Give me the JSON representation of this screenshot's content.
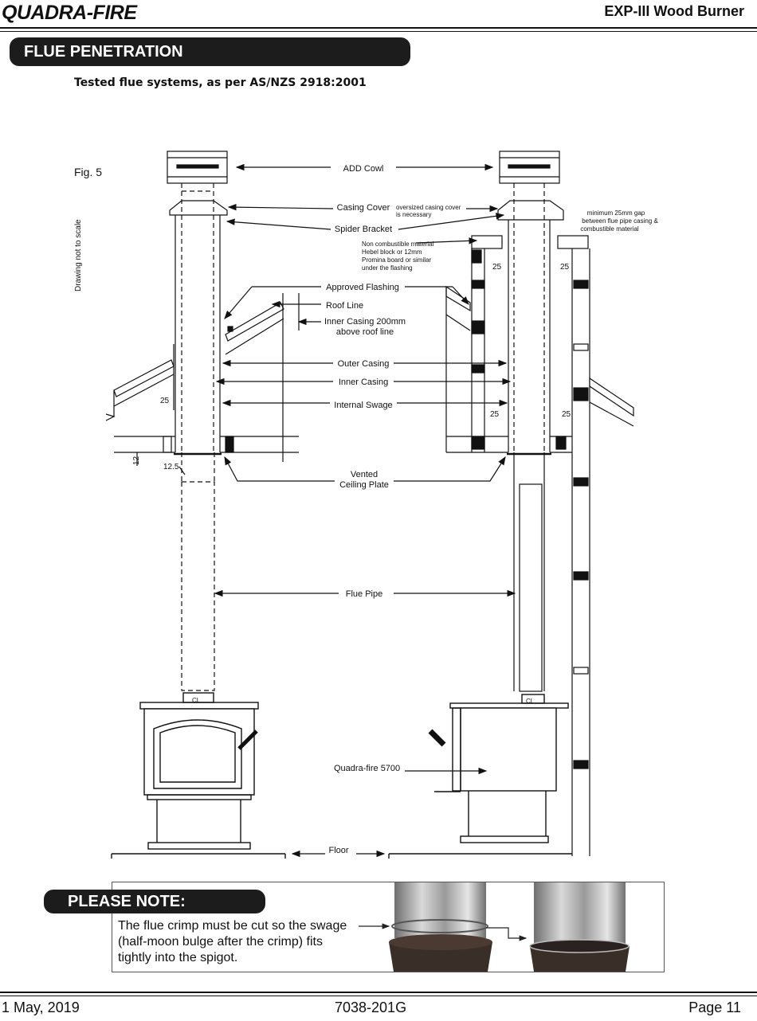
{
  "header": {
    "logo": "QUADRA-FIRE",
    "title": "EXP-III Wood Burner"
  },
  "section_title": "FLUE PENETRATION",
  "subtitle": "Tested flue systems, as per AS/NZS 2918:2001",
  "figure": {
    "fig_label": "Fig. 5",
    "scale_note": "Drawing not to scale",
    "labels": {
      "add_cowl": "ADD Cowl",
      "casing_cover": "Casing Cover",
      "oversized_1": "oversized casing cover",
      "oversized_2": "is necessary",
      "spider_bracket": "Spider Bracket",
      "min_gap_1": "minimum 25mm gap",
      "min_gap_2": "between flue pipe casing &",
      "min_gap_3": "combustible material",
      "noncomb_1": "Non combustible material",
      "noncomb_2": "Hebel block or 12mm",
      "noncomb_3": "Promina board or similar",
      "noncomb_4": "under the flashing",
      "approved_flashing": "Approved Flashing",
      "roof_line": "Roof Line",
      "inner_casing_200_1": "Inner Casing 200mm",
      "inner_casing_200_2": "above roof line",
      "outer_casing": "Outer Casing",
      "inner_casing": "Inner Casing",
      "internal_swage": "Internal Swage",
      "vented_1": "Vented",
      "vented_2": "Ceiling Plate",
      "flue_pipe": "Flue Pipe",
      "quadra_fire_5700": "Quadra-fire 5700",
      "floor": "Floor",
      "dim_25": "25",
      "dim_12": "12",
      "dim_12_5": "12.5",
      "cl": "CL"
    }
  },
  "note": {
    "heading": "PLEASE NOTE:",
    "line1": "The flue crimp must be cut so the swage",
    "line2": "(half-moon bulge after the crimp) fits",
    "line3": "tightly into the spigot."
  },
  "footer": {
    "date": "1 May, 2019",
    "doc_number": "7038-201G",
    "page": "Page 11"
  }
}
